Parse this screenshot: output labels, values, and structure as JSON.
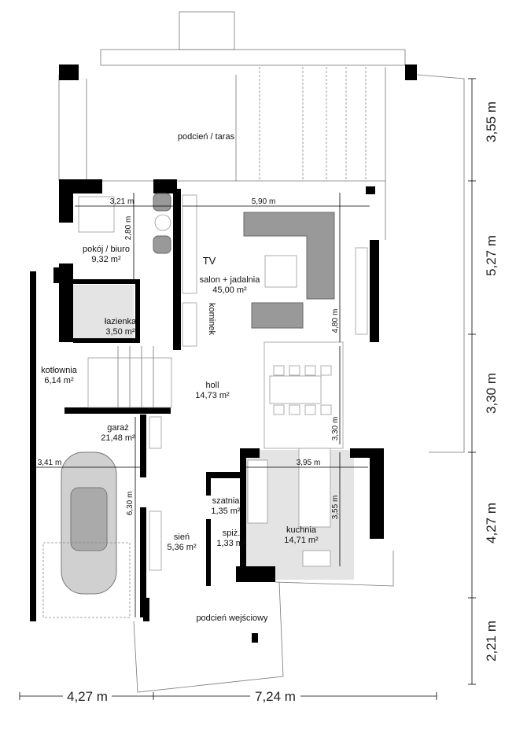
{
  "rooms": [
    {
      "name": "podcień / taras",
      "area": ""
    },
    {
      "name": "pokój / biuro",
      "area": "9,32 m²"
    },
    {
      "name": "łazienka",
      "area": "3,50 m²"
    },
    {
      "name": "salon + jadalnia",
      "area": "45,00 m²"
    },
    {
      "name": "kotłownia",
      "area": "6,14 m²"
    },
    {
      "name": "holl",
      "area": "14,73 m²"
    },
    {
      "name": "garaż",
      "area": "21,48 m²"
    },
    {
      "name": "szatnia",
      "area": "1,35 m²"
    },
    {
      "name": "spiż.",
      "area": "1,33 m²"
    },
    {
      "name": "kuchnia",
      "area": "14,71 m²"
    },
    {
      "name": "sień",
      "area": "5,36 m²"
    },
    {
      "name": "podcień wejściowy",
      "area": ""
    }
  ],
  "labels": {
    "tv": "TV",
    "kominek": "kominek"
  },
  "inner_dimensions": [
    "3,21 m",
    "2,80 m",
    "5,90 m",
    "4,80 m",
    "3,30 m",
    "3,41 m",
    "6,30 m",
    "3,95 m",
    "3,55 m"
  ],
  "outer_dimensions": {
    "right": [
      "3,55 m",
      "5,27 m",
      "3,30 m",
      "4,27 m",
      "2,21 m"
    ],
    "bottom": [
      "4,27 m",
      "7,24 m"
    ]
  },
  "colors": {
    "walls": "#000000",
    "floor_tiles": "#e4e4e4",
    "furniture": "#999999"
  }
}
